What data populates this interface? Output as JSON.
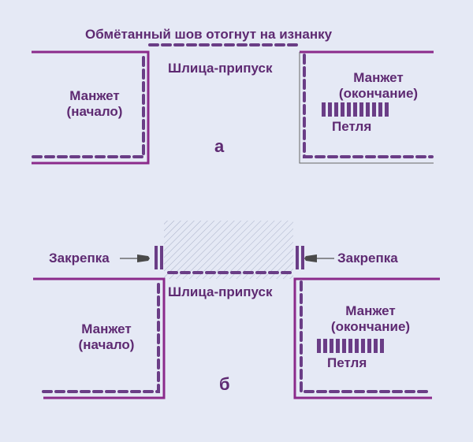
{
  "colors": {
    "background": "#e5e9f5",
    "line": "#8b2a8b",
    "stitch": "#6a3d86",
    "text": "#5e2a72",
    "hatch": "#a8b0c8",
    "thin_gray": "#666666"
  },
  "diagram_a": {
    "title": "Обмётанный шов отогнут на изнанку",
    "placket_label": "Шлица-припуск",
    "cuff_start_line1": "Манжет",
    "cuff_start_line2": "(начало)",
    "cuff_end_line1": "Манжет",
    "cuff_end_line2": "(окончание)",
    "loop_label": "Петля",
    "letter": "а"
  },
  "diagram_b": {
    "bartack_left": "Закрепка",
    "bartack_right": "Закрепка",
    "placket_label": "Шлица-припуск",
    "cuff_start_line1": "Манжет",
    "cuff_start_line2": "(начало)",
    "cuff_end_line1": "Манжет",
    "cuff_end_line2": "(окончание)",
    "loop_label": "Петля",
    "letter": "б"
  },
  "icons": {
    "bartack_left": "pointing-hand-right-icon",
    "bartack_right": "pointing-hand-left-icon"
  }
}
